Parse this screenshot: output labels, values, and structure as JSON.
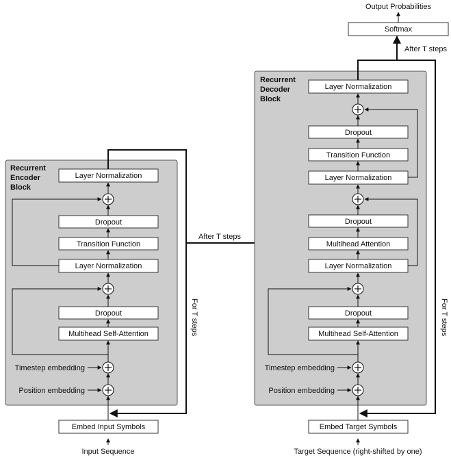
{
  "encoder": {
    "title_lines": [
      "Recurrent",
      "Encoder",
      "Block"
    ],
    "layer_norm_top": "Layer Normalization",
    "dropout_top": "Dropout",
    "transition": "Transition Function",
    "layer_norm_mid": "Layer Normalization",
    "dropout_bottom": "Dropout",
    "self_attention": "Multihead Self-Attention",
    "timestep_embedding": "Timestep embedding",
    "position_embedding": "Position embedding",
    "embed": "Embed Input Symbols",
    "input": "Input Sequence",
    "loop_label": "For T steps"
  },
  "decoder": {
    "title_lines": [
      "Recurrent",
      "Decoder",
      "Block"
    ],
    "layer_norm_top": "Layer Normalization",
    "dropout_top": "Dropout",
    "transition": "Transition Function",
    "layer_norm_3": "Layer Normalization",
    "dropout_mid": "Dropout",
    "attention": "Multihead Attention",
    "layer_norm_2": "Layer Normalization",
    "dropout_bottom": "Dropout",
    "self_attention": "Multihead Self-Attention",
    "timestep_embedding": "Timestep embedding",
    "position_embedding": "Position embedding",
    "embed": "Embed Target Symbols",
    "input": "Target Sequence (right-shifted by one)",
    "loop_label": "For T steps"
  },
  "output": {
    "softmax": "Softmax",
    "probabilities": "Output Probabilities",
    "after_label": "After T steps"
  },
  "bridge_label": "After T steps"
}
